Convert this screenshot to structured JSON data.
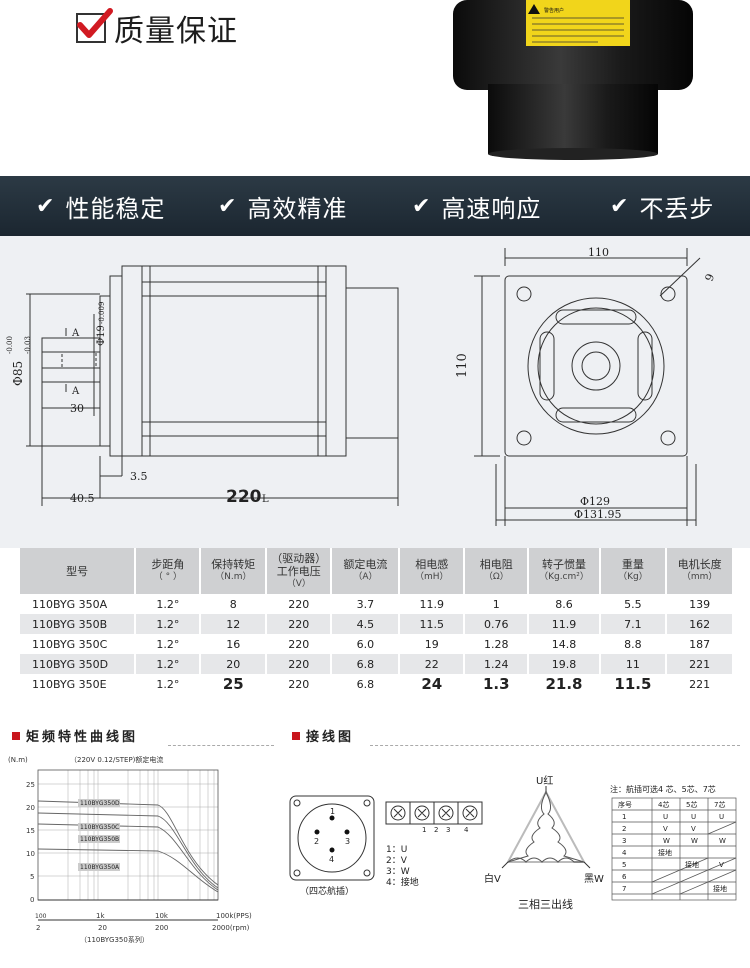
{
  "header": {
    "title": "质量保证"
  },
  "warning_label": {
    "title": "警告用户"
  },
  "features": [
    "性能稳定",
    "高效精准",
    "高速响应",
    "不丢步"
  ],
  "drawing": {
    "side": {
      "dim_85": "Φ85",
      "tol_85_top": "-0.00",
      "tol_85_bot": "-0.03",
      "dim_19": "Φ19",
      "tol_19": "-0.009",
      "section_a": "A",
      "dim_30": "30",
      "dim_35": "3.5",
      "dim_405": "40.5",
      "dim_220": "220",
      "dim_220_suffix": "L"
    },
    "front": {
      "dim_110_top": "110",
      "dim_9": "9",
      "dim_110_side": "110",
      "dim_129": "Φ129",
      "dim_13195": "Φ131.95"
    }
  },
  "spec_table": {
    "headers": [
      {
        "main": "型号",
        "sub": ""
      },
      {
        "main": "步距角",
        "sub": "（ ° ）"
      },
      {
        "main": "保持转矩",
        "sub": "（N.m）"
      },
      {
        "main": "（驱动器）\n工作电压",
        "sub": "（V）"
      },
      {
        "main": "额定电流",
        "sub": "（A）"
      },
      {
        "main": "相电感",
        "sub": "（mH）"
      },
      {
        "main": "相电阻",
        "sub": "（Ω）"
      },
      {
        "main": "转子惯量",
        "sub": "（Kg.cm²）"
      },
      {
        "main": "重量",
        "sub": "（Kg）"
      },
      {
        "main": "电机长度",
        "sub": "（mm）"
      }
    ],
    "rows": [
      [
        "110BYG 350A",
        "1.2°",
        "8",
        "220",
        "3.7",
        "11.9",
        "1",
        "8.6",
        "5.5",
        "139"
      ],
      [
        "110BYG 350B",
        "1.2°",
        "12",
        "220",
        "4.5",
        "11.5",
        "0.76",
        "11.9",
        "7.1",
        "162"
      ],
      [
        "110BYG 350C",
        "1.2°",
        "16",
        "220",
        "6.0",
        "19",
        "1.28",
        "14.8",
        "8.8",
        "187"
      ],
      [
        "110BYG 350D",
        "1.2°",
        "20",
        "220",
        "6.8",
        "22",
        "1.24",
        "19.8",
        "11",
        "221"
      ],
      [
        "110BYG 350E",
        "1.2°",
        "25",
        "220",
        "6.8",
        "24",
        "1.3",
        "21.8",
        "11.5",
        "221"
      ]
    ]
  },
  "torque_section": {
    "title": "矩频特性曲线图",
    "y_unit": "(N.m)",
    "subtitle": "（220V 0.12/STEP)额定电流",
    "y_ticks": [
      "25",
      "20",
      "15",
      "10",
      "5",
      "0"
    ],
    "x_ticks_pps": [
      "100",
      "1k",
      "10k",
      "100k(PPS)"
    ],
    "x_ticks_rpm": [
      "2",
      "20",
      "200",
      "2000(rpm)"
    ],
    "series_labels": [
      "110BYG350D",
      "110BYG350C",
      "110BYG350B",
      "110BYG350A"
    ],
    "footer": "（110BYG350系列）"
  },
  "wiring_section": {
    "title": "接线图",
    "connector_caption": "（四芯航插）",
    "pins": [
      "1",
      "2",
      "3",
      "4"
    ],
    "pin_legend": [
      "1：U",
      "2：V",
      "3：W",
      "4：接地"
    ],
    "terminal_numbers": [
      "1",
      "2",
      "3",
      "4"
    ],
    "phase_top": "U红",
    "phase_left": "白V",
    "phase_right": "黑W",
    "triangle_caption": "三相三出线",
    "table_note": "注：航插可选4 芯、5芯、7芯",
    "table_headers": [
      "序号",
      "4芯",
      "5芯",
      "7芯"
    ],
    "table_rows": [
      [
        "1",
        "U",
        "U",
        "U"
      ],
      [
        "2",
        "V",
        "V",
        ""
      ],
      [
        "3",
        "W",
        "W",
        "W"
      ],
      [
        "4",
        "接地",
        "",
        ""
      ],
      [
        "5",
        "",
        "接地",
        "V"
      ],
      [
        "6",
        "",
        "",
        ""
      ],
      [
        "7",
        "",
        "",
        "接地"
      ]
    ]
  }
}
